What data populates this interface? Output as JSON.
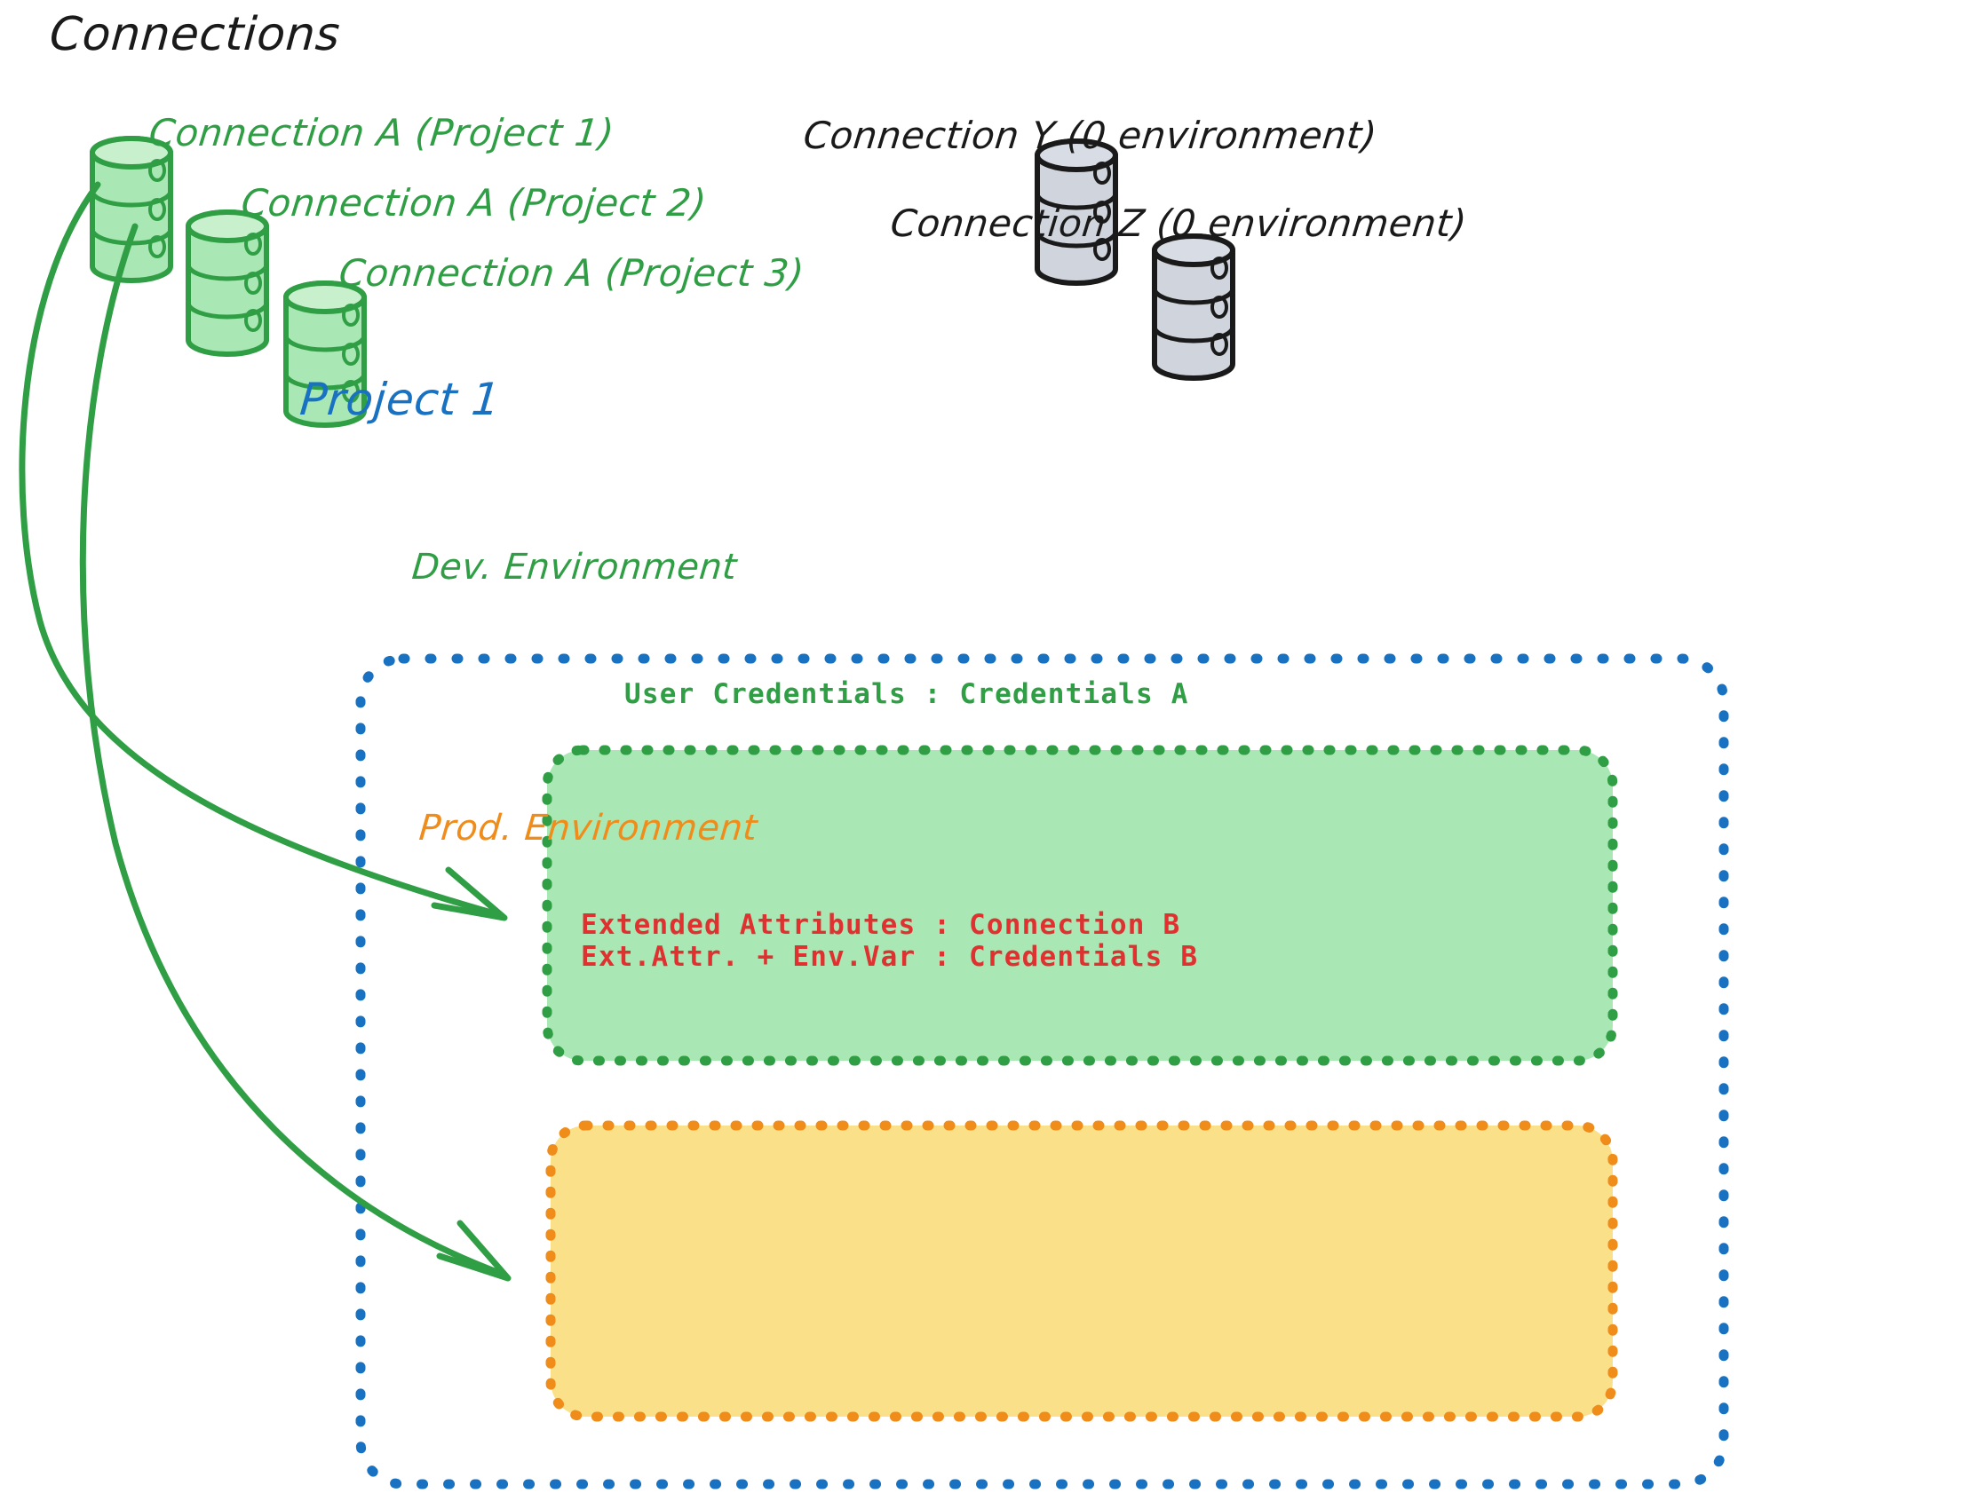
{
  "diagram": {
    "title": "Connections",
    "connections": [
      {
        "id": "connection-a-project-1",
        "label": "Connection A (Project 1)",
        "color": "#2f9e44",
        "style": "green-database"
      },
      {
        "id": "connection-a-project-2",
        "label": "Connection A (Project 2)",
        "color": "#2f9e44",
        "style": "green-database"
      },
      {
        "id": "connection-a-project-3",
        "label": "Connection A (Project 3)",
        "color": "#2f9e44",
        "style": "green-database"
      },
      {
        "id": "connection-y",
        "label": "Connection Y (0 environment)",
        "color": "#1a1a1a",
        "style": "gray-database"
      },
      {
        "id": "connection-z",
        "label": "Connection Z (0 environment)",
        "color": "#1a1a1a",
        "style": "gray-database"
      }
    ],
    "project": {
      "title": "Project 1",
      "color": "#1971c2",
      "environments": [
        {
          "id": "dev-environment",
          "title": "Dev. Environment",
          "fill": "#a9e8b4",
          "border": "#2f9e44",
          "text_color": "#2f9e44",
          "rows": [
            "User Credentials : Credentials A"
          ]
        },
        {
          "id": "prod-environment",
          "title": "Prod. Environment",
          "fill": "#fbe08a",
          "border": "#f08c1a",
          "text_color": "#e03131",
          "rows": [
            "Extended Attributes : Connection B",
            "Ext.Attr. + Env.Var : Credentials B"
          ]
        }
      ]
    },
    "arrows": [
      {
        "id": "arrow-connection-a-to-dev",
        "from": "connection-a-project-1",
        "to": "dev-environment",
        "color": "#2f9e44"
      },
      {
        "id": "arrow-connection-a-to-prod",
        "from": "connection-a-project-1",
        "to": "prod-environment",
        "color": "#2f9e44"
      }
    ],
    "colors": {
      "green_stroke": "#2f9e44",
      "green_fill": "#a9e8b4",
      "gray_fill": "#d0d4dc",
      "gray_stroke": "#1a1a1a",
      "blue": "#1971c2",
      "orange": "#f08c1a",
      "orange_fill": "#fbe08a",
      "red": "#e03131",
      "black": "#1a1a1a"
    }
  }
}
